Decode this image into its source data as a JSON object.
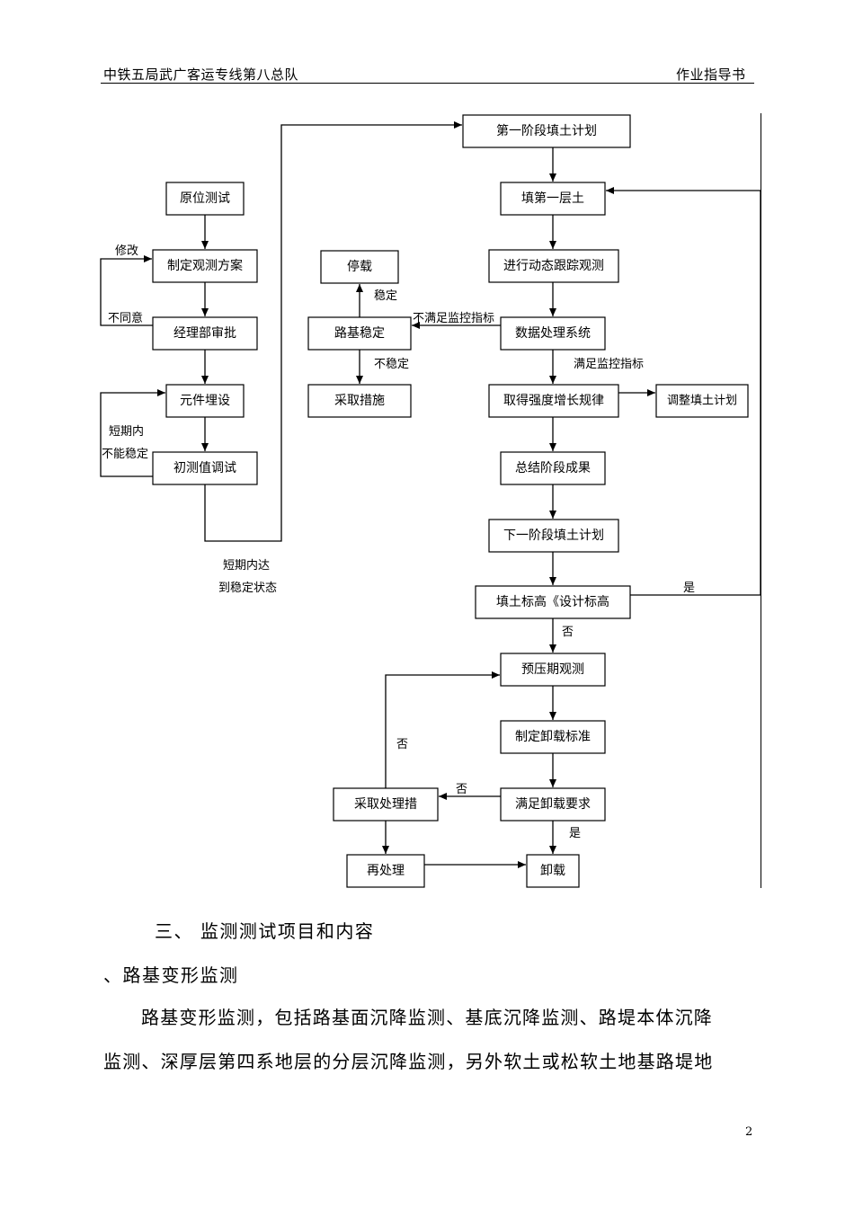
{
  "header": {
    "left": "中铁五局武广客运专线第八总队",
    "right": "作业指导书"
  },
  "flow": {
    "nodes": {
      "yuanwei": "原位测试",
      "zhiding_fangan": "制定观测方案",
      "jinglibu": "经理部审批",
      "yuanjian": "元件埋设",
      "chuce": "初测值调试",
      "tingzai": "停载",
      "luji_wending": "路基稳定",
      "caiqu_cuoshi": "采取措施",
      "diyi_jihua": "第一阶段填土计划",
      "tian_diyi": "填第一层土",
      "dongtai": "进行动态跟踪观测",
      "shuju": "数据处理系统",
      "qiangdu": "取得强度增长规律",
      "tiaozheng": "调整填土计划",
      "zongjie": "总结阶段成果",
      "xiayi_jihua": "下一阶段填土计划",
      "biaogao": "填土标高《设计标高",
      "yuya": "预压期观测",
      "xiezai_biaozhun": "制定卸载标准",
      "manzu_xiezai": "满足卸载要求",
      "caiqu_chuli": "采取处理措",
      "zaichuli": "再处理",
      "xiezai": "卸载"
    },
    "labels": {
      "xiugai": "修改",
      "butongyi": "不同意",
      "duanqinei": "短期内",
      "bunengwending": "不能稳定",
      "daoda_1": "短期内达",
      "daoda_2": "到稳定状态",
      "wending": "稳定",
      "buwending": "不稳定",
      "bumanzu": "不满足监控指标",
      "manzu": "满足监控指标",
      "shi_1": "是",
      "fou_1": "否",
      "fou_2": "否",
      "fou_3": "否",
      "shi_2": "是"
    }
  },
  "section_title": "三、 监测测试项目和内容",
  "subsection_title": "、路基变形监测",
  "paragraph": {
    "line1": "路基变形监测，包括路基面沉降监测、基底沉降监测、路堤本体沉降",
    "line2": "监测、深厚层第四系地层的分层沉降监测，另外软土或松软土地基路堤地"
  },
  "page_number": "2"
}
